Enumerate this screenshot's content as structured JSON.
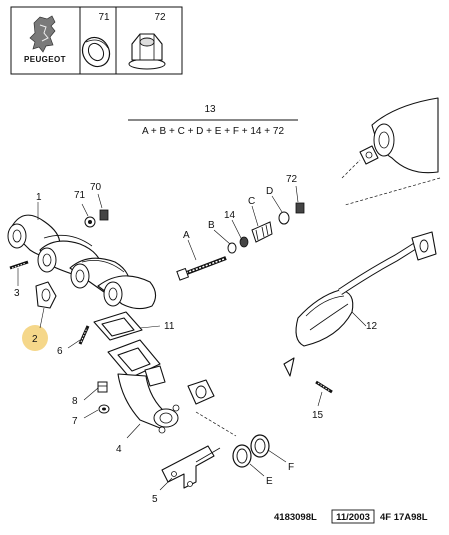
{
  "brand": {
    "name": "PEUGEOT",
    "logo_icon": "peugeot-lion-icon"
  },
  "header_boxes": [
    {
      "label": "71",
      "icon": "washer-ring-icon"
    },
    {
      "label": "72",
      "icon": "flange-nut-icon"
    }
  ],
  "formula": {
    "ref": "13",
    "text": "A + B + C + D + E + F + 14 + 72"
  },
  "callouts": {
    "c1": "1",
    "c2": "2",
    "c3": "3",
    "c4": "4",
    "c5": "5",
    "c6": "6",
    "c7": "7",
    "c8": "8",
    "c11": "11",
    "c12": "12",
    "c14": "14",
    "c15": "15",
    "c70": "70",
    "c71": "71",
    "c72": "72",
    "cA": "A",
    "cB": "B",
    "cC": "C",
    "cD": "D",
    "cE": "E",
    "cF": "F"
  },
  "highlight": {
    "label": "2",
    "color": "#f5d78a"
  },
  "footer": {
    "ref": "4183098L",
    "date": "11/2003",
    "code": "4F 17A98L"
  }
}
